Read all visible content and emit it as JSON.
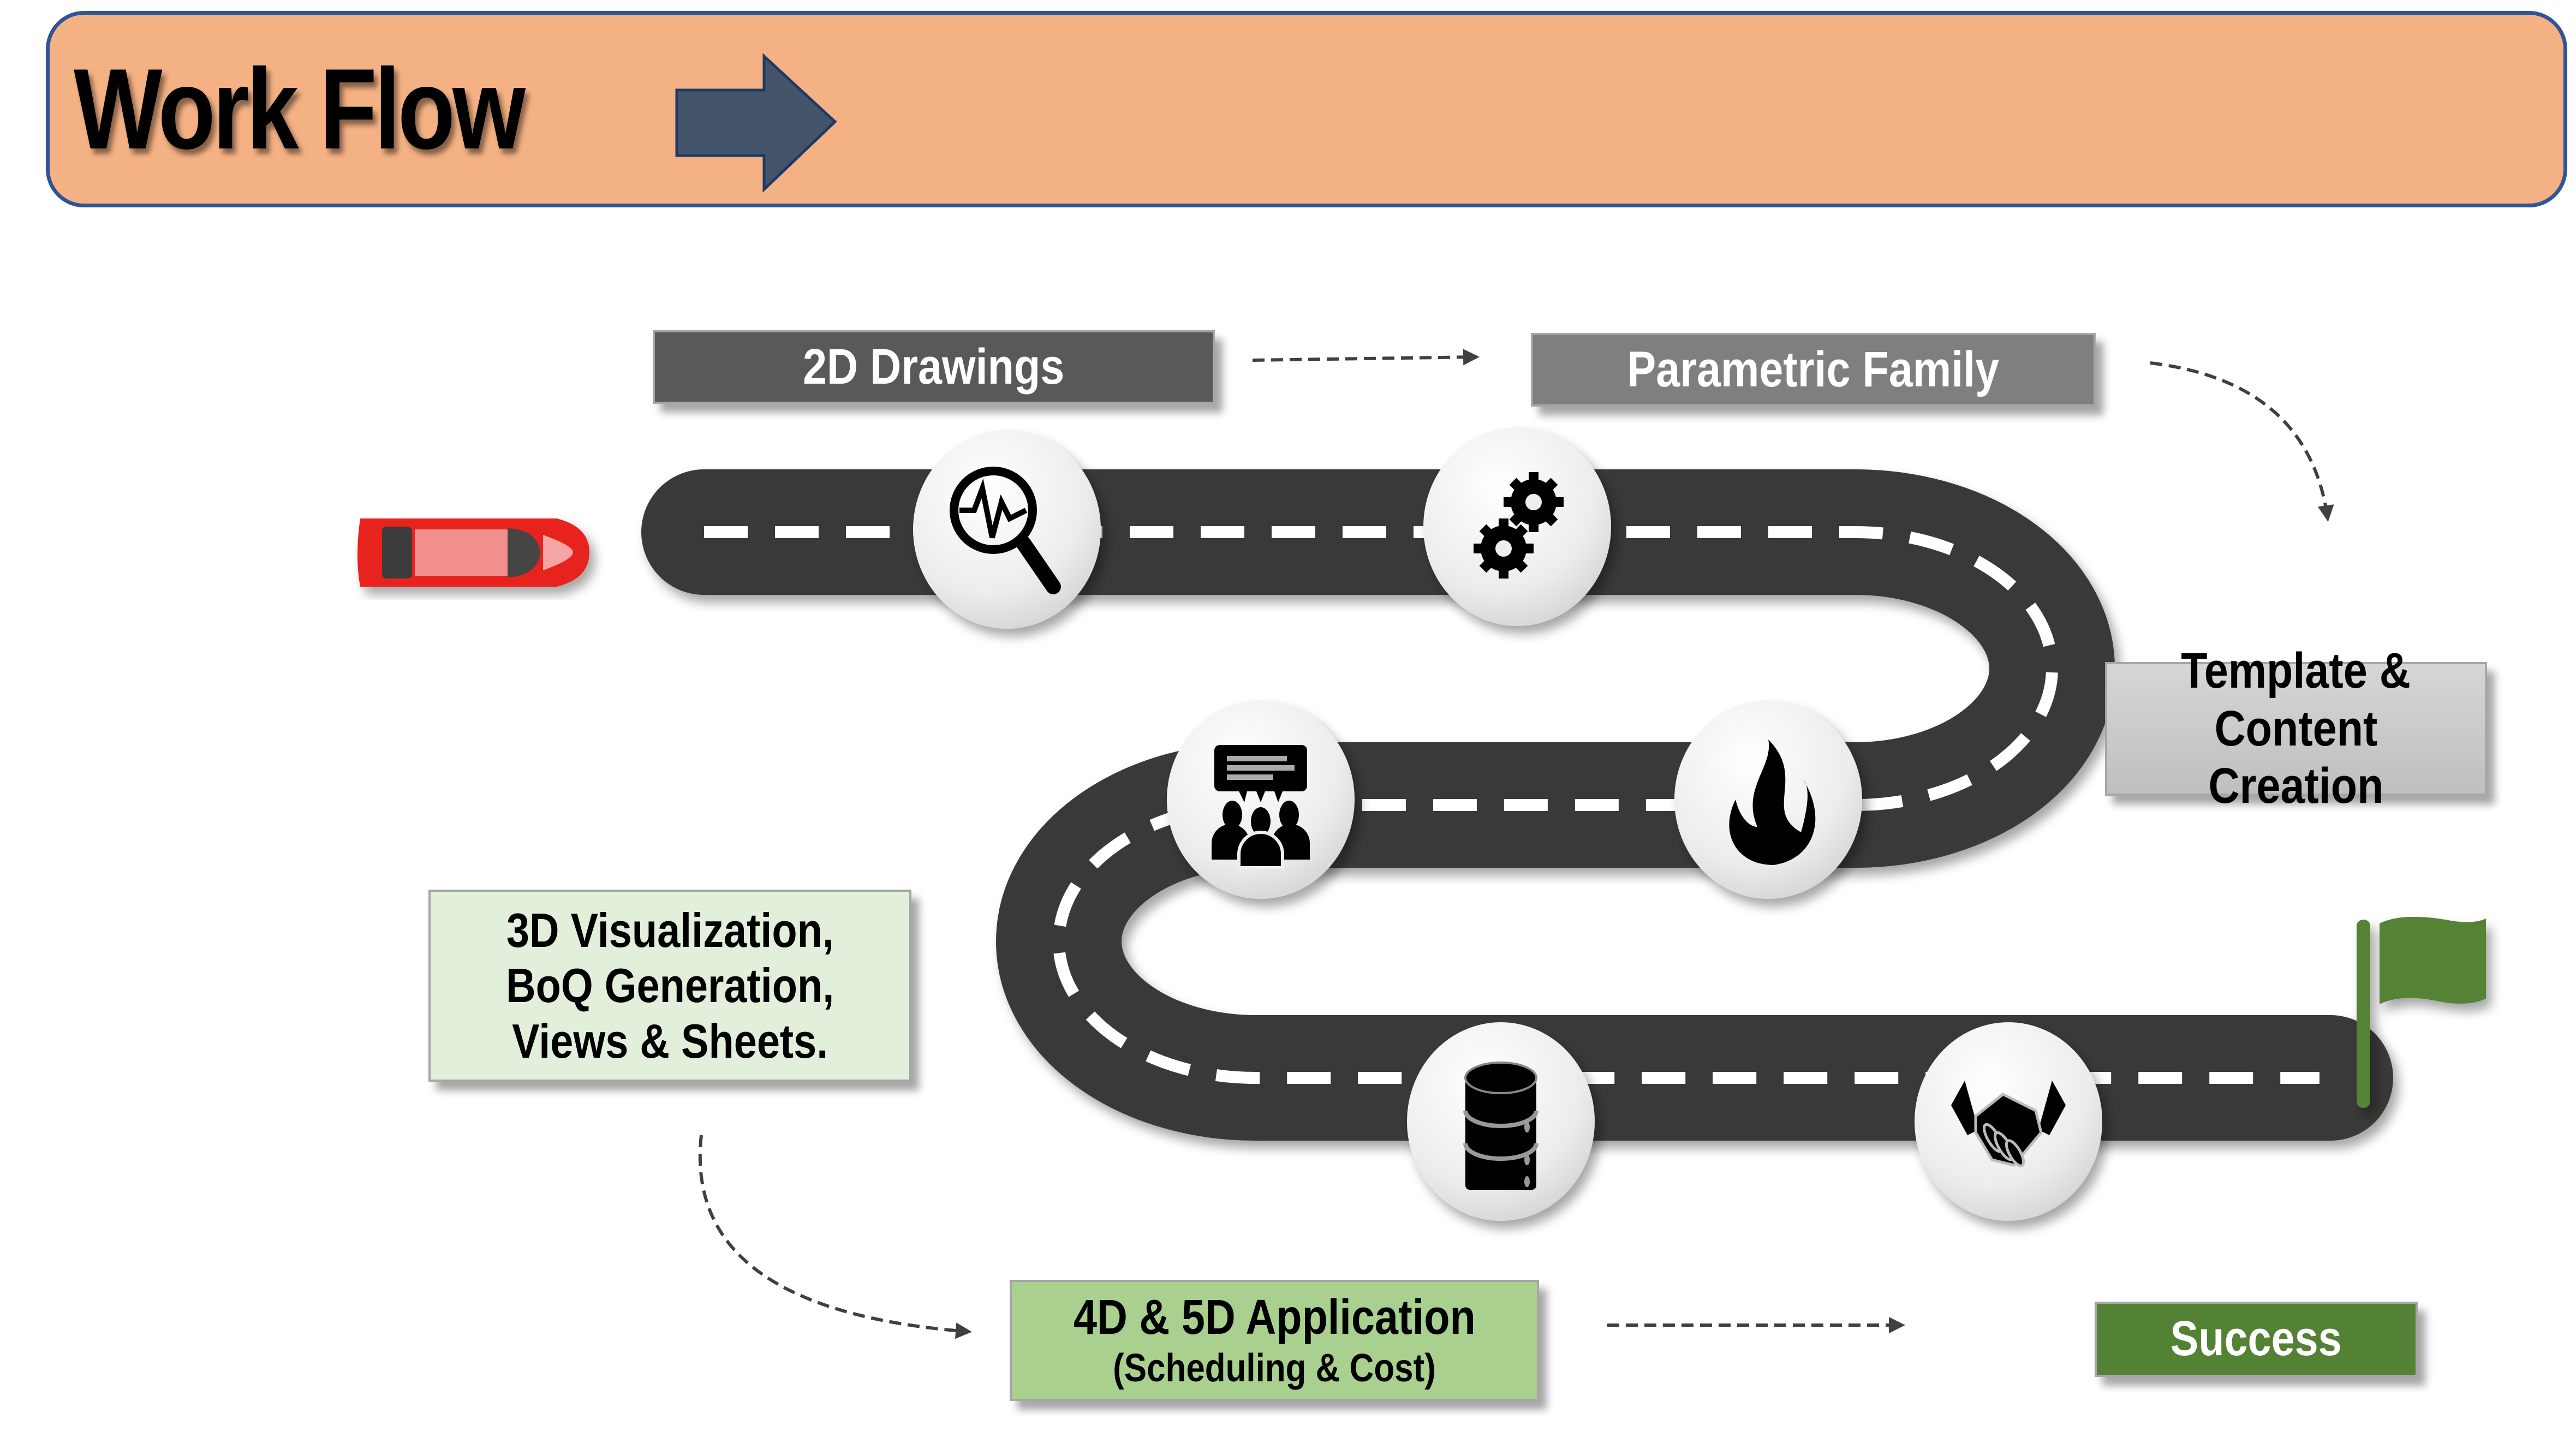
{
  "header": {
    "title": "Work Flow",
    "arrow_icon": "right-arrow-icon",
    "background_color": "#f4b183",
    "border_color": "#2f5597",
    "arrow_color": "#44546a"
  },
  "stages": [
    {
      "id": "2d-drawings",
      "lines": [
        "2D Drawings"
      ],
      "bg": "#595959",
      "text_color": "#ffffff"
    },
    {
      "id": "parametric-family",
      "lines": [
        "Parametric Family"
      ],
      "bg": "#7f7f7f",
      "text_color": "#ffffff"
    },
    {
      "id": "template-content",
      "lines": [
        "Template &",
        "Content Creation"
      ],
      "bg": "#c9c9c9",
      "text_color": "#000000"
    },
    {
      "id": "3d-visualization",
      "lines": [
        "3D Visualization,",
        "BoQ Generation,",
        "Views & Sheets."
      ],
      "bg": "#e2efda",
      "text_color": "#000000"
    },
    {
      "id": "4d-5d-application",
      "lines": [
        "4D & 5D Application",
        "(Scheduling & Cost)"
      ],
      "bg": "#a9d08e",
      "text_color": "#000000"
    },
    {
      "id": "success",
      "lines": [
        "Success"
      ],
      "bg": "#548235",
      "text_color": "#ffffff"
    }
  ],
  "road": {
    "color": "#3a3937",
    "lane_color": "#ffffff",
    "start_icon": "red-car-icon",
    "finish_icon": "green-flag-icon",
    "flag_color": "#548235"
  },
  "milestones": [
    {
      "icon": "magnifier-pulse-icon"
    },
    {
      "icon": "gears-icon"
    },
    {
      "icon": "flame-icon"
    },
    {
      "icon": "team-discussion-icon"
    },
    {
      "icon": "database-icon"
    },
    {
      "icon": "handshake-icon"
    }
  ]
}
